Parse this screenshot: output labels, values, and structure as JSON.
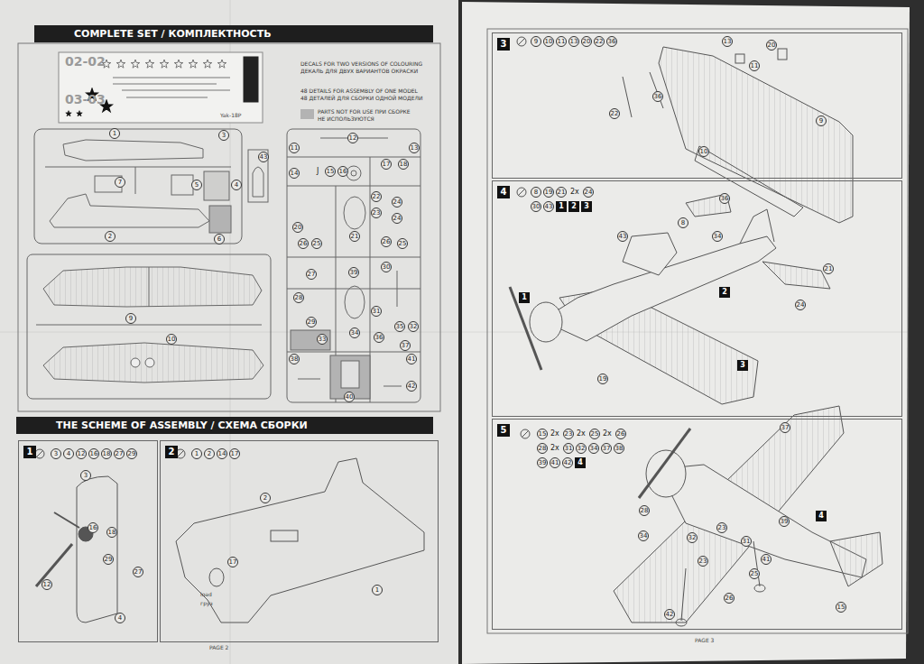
{
  "diagram": {
    "nodes": [
      {
        "text": [
          "COMPLETE SET / КОМПЛЕКТНОСТЬ"
        ]
      },
      {
        "text": [
          "THE SCHEME OF ASSEMBLY / СХЕМА СБОРКИ"
        ]
      },
      {
        "text": [
          "1"
        ]
      },
      {
        "text": [
          "2"
        ]
      },
      {
        "text": [
          "3"
        ]
      },
      {
        "text": [
          "4"
        ]
      },
      {
        "text": [
          "5"
        ]
      }
    ],
    "labels": [
      "02-02",
      "03-03",
      "Yak-18P",
      "DECALS FOR TWO VERSIONS OF COLOURING",
      "ДЕКАЛЬ ДЛЯ ДВУХ ВАРИАНТОВ ОКРАСКИ",
      "48 DETAILS FOR ASSEMBLY OF ONE MODEL",
      "48 ДЕТАЛЕЙ ДЛЯ СБОРКИ ОДНОЙ МОДЕЛИ",
      "1",
      "3",
      "7",
      "5",
      "4",
      "2",
      "6",
      "43",
      "9",
      "10",
      "11",
      "12",
      "13",
      "14",
      "J",
      "15",
      "16",
      "17",
      "18",
      "22",
      "24",
      "23",
      "24",
      "20",
      "21",
      "26",
      "25",
      "26",
      "25",
      "27",
      "39",
      "30",
      "28",
      "31",
      "29",
      "35",
      "32",
      "33",
      "34",
      "36",
      "37",
      "38",
      "41",
      "42",
      "40",
      "3",
      "4",
      "12",
      "16",
      "18",
      "27",
      "29",
      "3",
      "16",
      "18",
      "29",
      "27",
      "12",
      "4",
      "1",
      "2",
      "14",
      "17",
      "2",
      "17",
      "1",
      "load",
      "груз",
      "9",
      "10",
      "11",
      "13",
      "20",
      "22",
      "36",
      "22",
      "36",
      "13",
      "11",
      "20",
      "9",
      "10",
      "8",
      "19",
      "21",
      "2x",
      "24",
      "30",
      "43",
      "1",
      "2",
      "3",
      "43",
      "8",
      "36",
      "34",
      "21",
      "24",
      "2",
      "1",
      "3",
      "19",
      "15",
      "2x",
      "23",
      "2x",
      "25",
      "2x",
      "26",
      "28",
      "2x",
      "31",
      "32",
      "34",
      "37",
      "38",
      "39",
      "41",
      "42",
      "4",
      "37",
      "4",
      "28",
      "34",
      "23",
      "39",
      "31",
      "32",
      "23",
      "41",
      "25",
      "26",
      "42",
      "15",
      "PAGE 2",
      "PAGE 3"
    ],
    "legend": [
      {
        "text": "PARTS NOT FOR USE ПРИ СБОРКЕ НЕ ИСПОЛЬЗУЮТСЯ",
        "color": "#b3b3b3"
      }
    ]
  }
}
